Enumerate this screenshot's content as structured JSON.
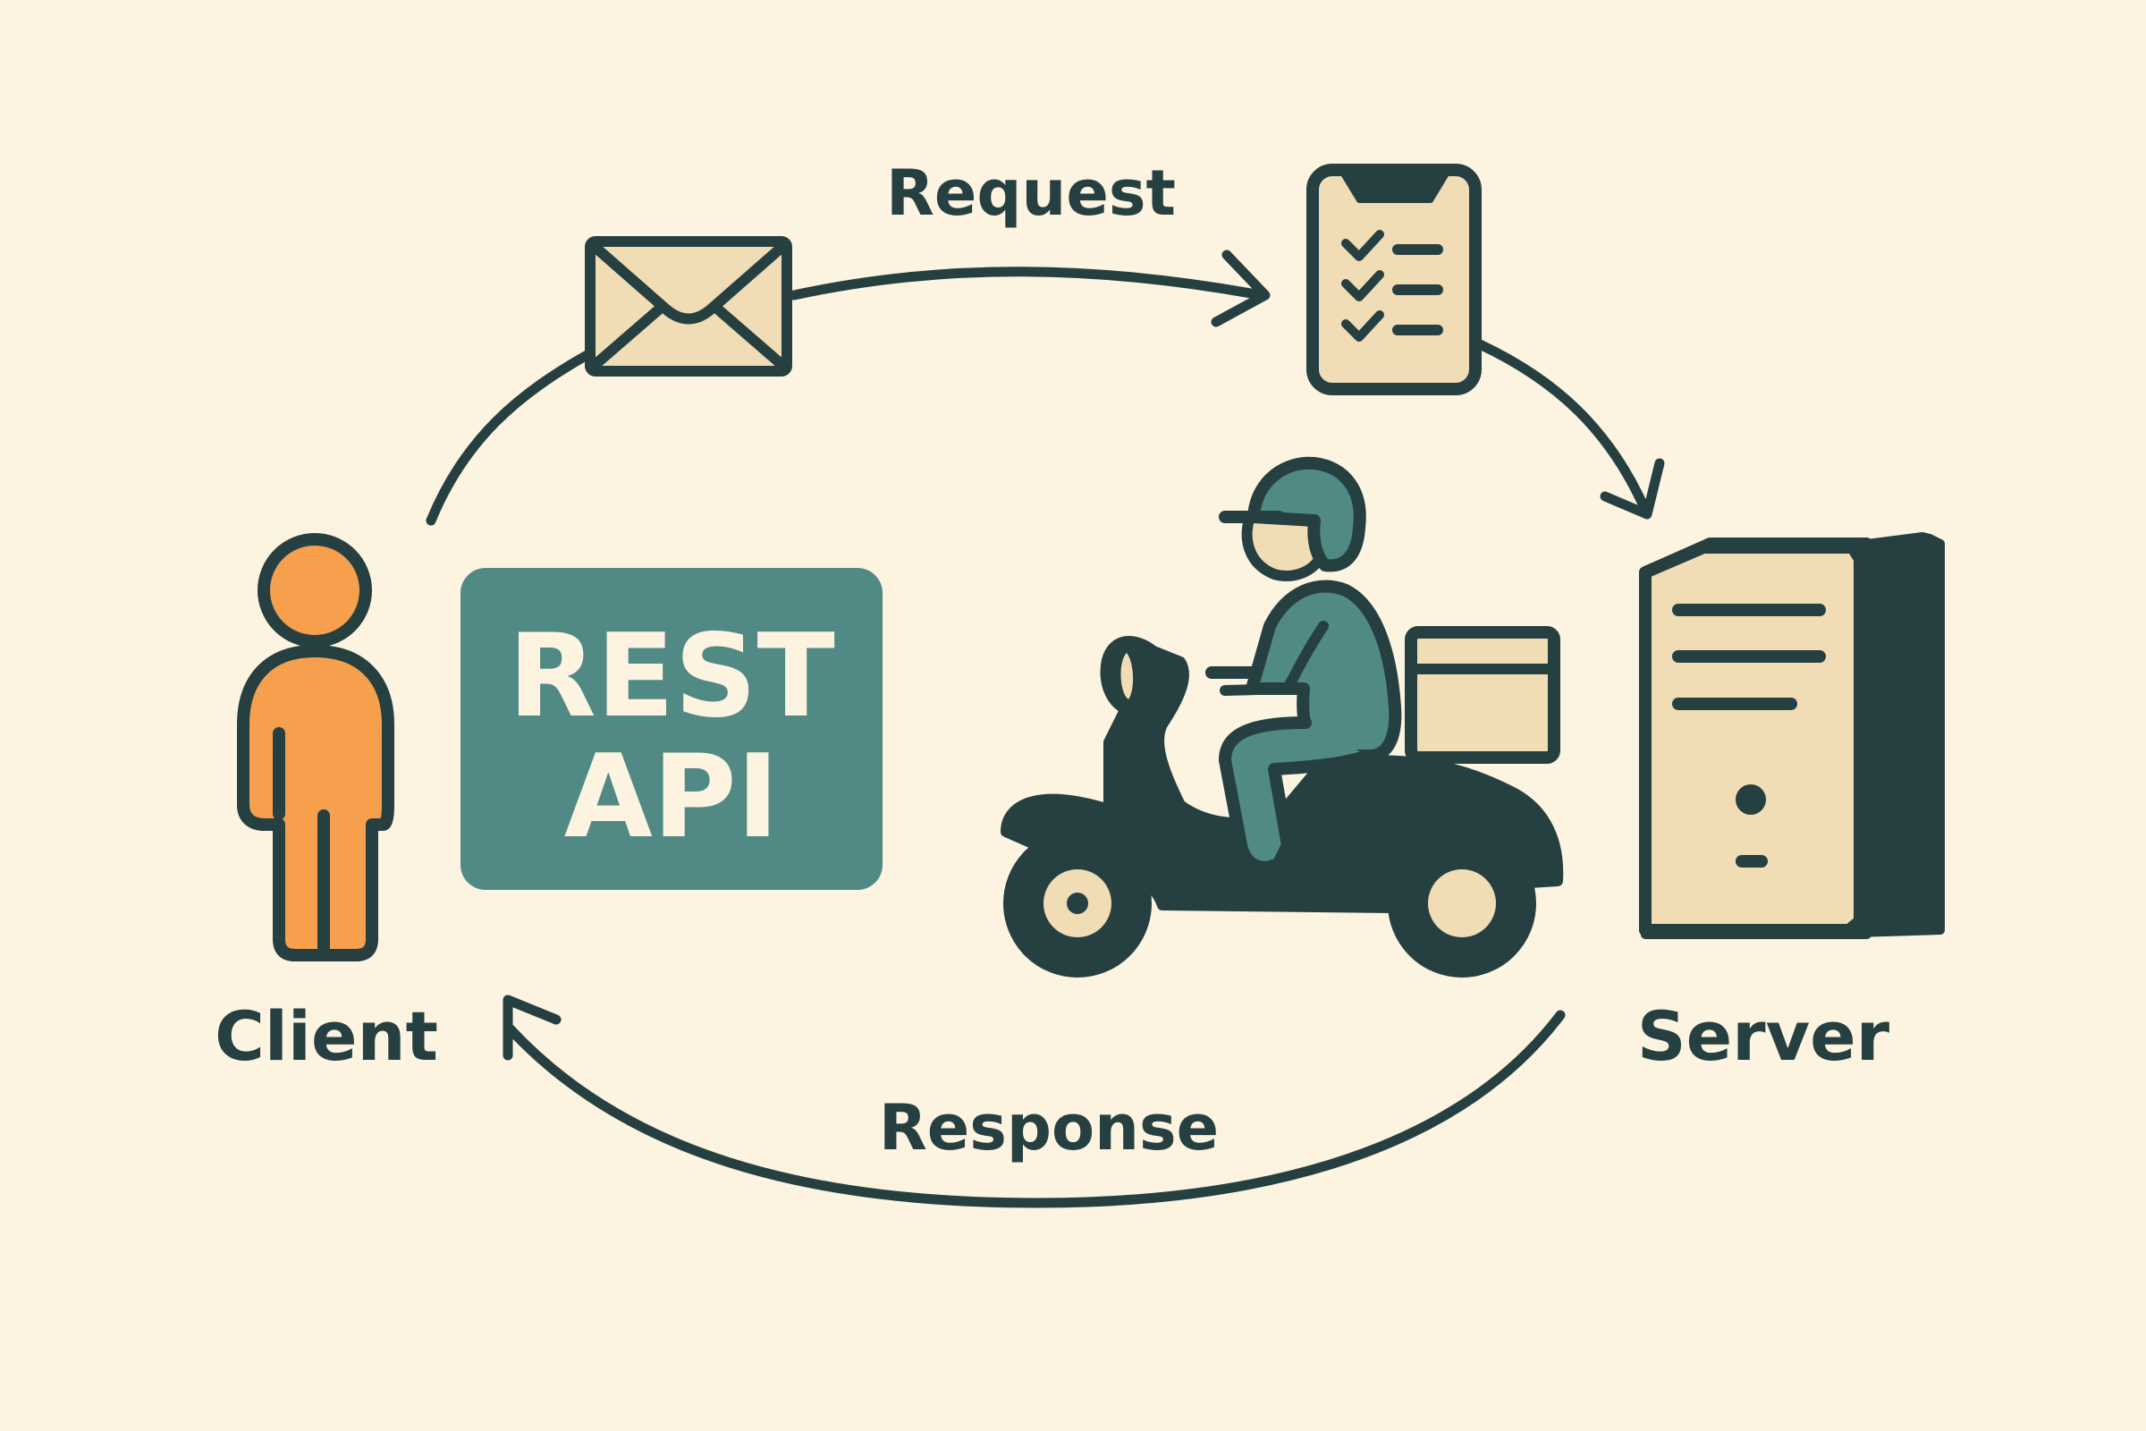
{
  "diagram": {
    "center_box": {
      "line1": "REST",
      "line2": "API"
    },
    "labels": {
      "client": "Client",
      "server": "Server",
      "request": "Request",
      "response": "Response"
    },
    "nodes": [
      {
        "id": "client",
        "icon": "person-icon"
      },
      {
        "id": "request-envelope",
        "icon": "envelope-icon"
      },
      {
        "id": "request-checklist",
        "icon": "checklist-phone-icon"
      },
      {
        "id": "server",
        "icon": "server-tower-icon"
      },
      {
        "id": "delivery",
        "icon": "delivery-scooter-icon"
      }
    ],
    "edges": [
      {
        "from": "client",
        "to": "request-envelope"
      },
      {
        "from": "request-envelope",
        "to": "request-checklist"
      },
      {
        "from": "request-checklist",
        "to": "server"
      },
      {
        "from": "server",
        "to": "client",
        "label": "Response"
      }
    ],
    "colors": {
      "background": "#fdf3e1",
      "ink": "#263f40",
      "accent_teal": "#518a84",
      "person_orange": "#f6a04e",
      "paper": "#f0dcb5"
    }
  }
}
